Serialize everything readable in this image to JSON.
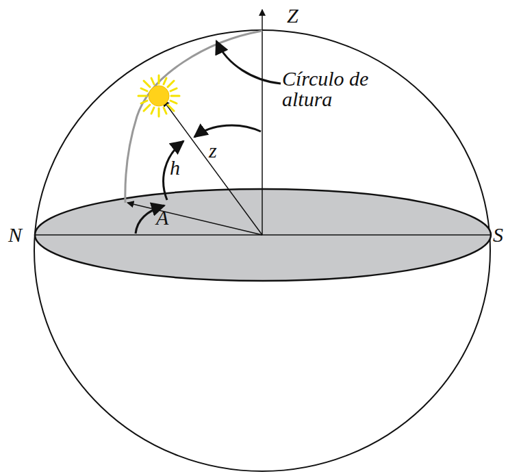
{
  "diagram": {
    "labels": [
      "Z",
      "Círculo de altura",
      "z",
      "h",
      "A",
      "N",
      "S"
    ]
  }
}
